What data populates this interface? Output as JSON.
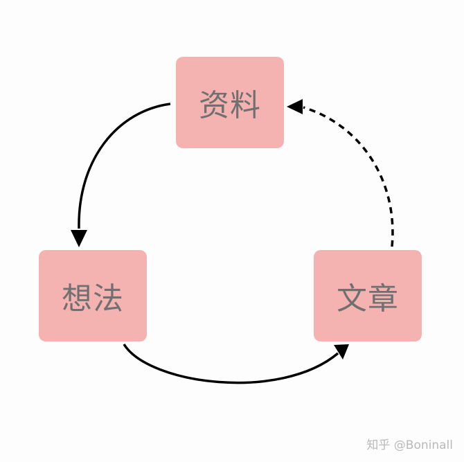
{
  "nodes": {
    "source": {
      "label": "资料"
    },
    "idea": {
      "label": "想法"
    },
    "article": {
      "label": "文章"
    }
  },
  "edges": [
    {
      "from": "source",
      "to": "idea",
      "style": "solid"
    },
    {
      "from": "idea",
      "to": "article",
      "style": "solid"
    },
    {
      "from": "article",
      "to": "source",
      "style": "dashed"
    }
  ],
  "colors": {
    "node_fill": "#f4b3b1",
    "node_text": "#707070",
    "edge": "#000000",
    "background": "#fdfdfd"
  },
  "watermark": "知乎 @Boninall"
}
